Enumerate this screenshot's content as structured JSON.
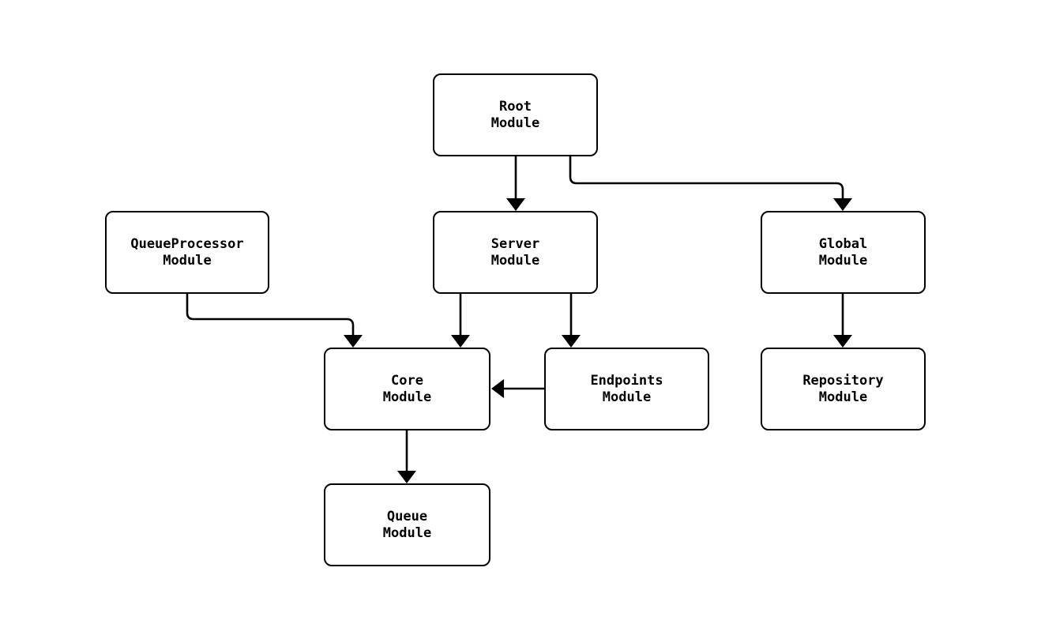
{
  "diagram": {
    "type": "flowchart",
    "background_color": "#ffffff",
    "line_color": "#000000",
    "text_color": "#000000",
    "nodes": {
      "root": {
        "label": "Root\nModule"
      },
      "queueprocessor": {
        "label": "QueueProcessor\nModule"
      },
      "server": {
        "label": "Server\nModule"
      },
      "global": {
        "label": "Global\nModule"
      },
      "core": {
        "label": "Core\nModule"
      },
      "endpoints": {
        "label": "Endpoints\nModule"
      },
      "repository": {
        "label": "Repository\nModule"
      },
      "queue": {
        "label": "Queue\nModule"
      }
    },
    "edges": [
      {
        "from": "Root Module",
        "to": "Server Module"
      },
      {
        "from": "Root Module",
        "to": "Global Module"
      },
      {
        "from": "QueueProcessor Module",
        "to": "Core Module"
      },
      {
        "from": "Server Module",
        "to": "Core Module"
      },
      {
        "from": "Server Module",
        "to": "Endpoints Module"
      },
      {
        "from": "Endpoints Module",
        "to": "Core Module"
      },
      {
        "from": "Global Module",
        "to": "Repository Module"
      },
      {
        "from": "Core Module",
        "to": "Queue Module"
      }
    ]
  }
}
